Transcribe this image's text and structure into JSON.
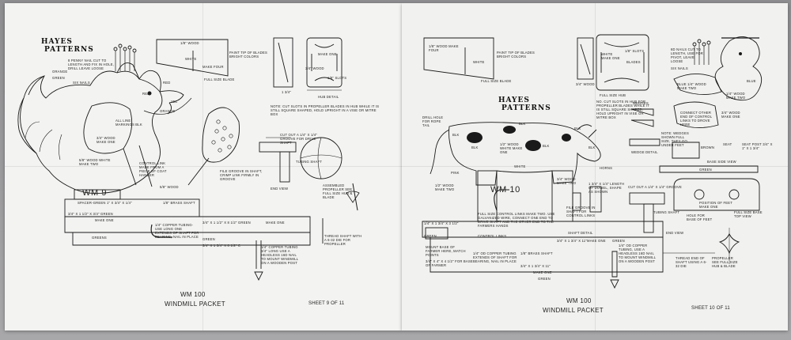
{
  "left_sheet": {
    "brand_top": "HAYES",
    "brand_bottom": "PATTERNS",
    "title_code": "WM 100",
    "title_name": "WINDMILL PACKET",
    "sheet_label": "SHEET 9 of 11",
    "model_label": "WM 9",
    "labels": {
      "nail_note": "8 PENNY NAIL CUT TO LENGTH AND FIX IN HOLE, DRILL LEAVE LOOSE",
      "six_nails": "SIX NAILS",
      "orange_top": "ORANGE",
      "green_top": "GREEN",
      "red_1": "RED",
      "orange_mid": "ORANGE",
      "yel": "YEL",
      "red_2": "RED",
      "all_line": "ALL LINE MARKINGS BLK",
      "wood_one": "3/4\" WOOD MAKE ONE",
      "wood_white": "5/8\" WOOD WHITE MAKE TWO",
      "control_link": "CONTROL LINK MADE FROM A PIECE OF COAT HANGER",
      "wood_red": "5/8\" WOOD",
      "brass_shaft": "1/8\" BRASS SHAFT",
      "spacer": "SPACER-GREEN 1\" X 3/4\" X 1/4\"",
      "base_dims": "3/4\" X 1 1/2\" X 3/4\" GREEN",
      "make_one_1": "MAKE ONE",
      "greens": "GREENS",
      "shaft_dims": "3/4\" X 1 1/2\" X 8 1/2\" GREEN",
      "make_one_2": "MAKE ONE",
      "green_base": "GREEN",
      "copper_tube": "1/4\" COPPER TUBING-USE LONG ONE EXTENDS OF SHAFT FOR BEARING, NAIL IN PLACE",
      "under_dims": "3/4\" X 1 3/4\" X 8 1/2\" C",
      "file_groove": "FILE GROOVE IN SHAFT, CRIMP LINK FIRMLY IN GROOVE",
      "copper_tubing": "1/4\" COPPER TUBING 3/4\" LONG USE A HEADLESS 16D NAIL TO MOUNT WINDMILL ON A WOODEN POST",
      "thread_shaft": "THREAD SHAFT WITH A 6-32 DIE FOR PROPELLER",
      "full_size_blade": "FULL SIZE BLADE",
      "blade_wood": "1/8\" WOOD",
      "blade_white": "WHITE",
      "blade_make": "MAKE FOUR",
      "blade_paint": "PAINT TIP OF BLADES BRIGHT COLORS",
      "hub_make": "MAKE ONE",
      "hub_wood": "3/4\" WOOD",
      "hub_slots": "1/8\" SLOTS",
      "hub_detail": "HUB DETAIL",
      "hub_dim": "1 3/4\"",
      "hub_note": "NOTE: CUT SLOTS IN PROPELLER BLADES IN HUB WHILE IT IS STILL SQUARE SHAPED, HOLD UPRIGHT IN A VISE OR MITRE BOX",
      "cut_out": "CUT OUT A 1/4\" X 1/4\" GROOVE FOR DRIVE SHAFT",
      "tubing_shaft": "TUBING SHAFT",
      "end_view": "END VIEW",
      "assembled": "ASSEMBLED PROPELLER SEE FULL SIZE HUB & BLADE"
    }
  },
  "right_sheet": {
    "brand_top": "HAYES",
    "brand_bottom": "PATTERNS",
    "title_code": "WM 100",
    "title_name": "WINDMILL PACKET",
    "sheet_label": "SHEET 10 of 11",
    "model_label": "WM 10",
    "labels": {
      "blade_wood": "1/8\" WOOD MAKE FOUR",
      "blade_white": "WHITE",
      "blade_paint": "PAINT TIP OF BLADES BRIGHT COLORS",
      "full_size_blade": "FULL SIZE BLADE",
      "hub_white": "WHITE MAKE ONE",
      "hub_slots": "1/8\" SLOTS",
      "hub_wood": "3/4\" WOOD",
      "hub_blades": "BLADES",
      "full_size_hub": "FULL SIZE HUB",
      "hub_note": "NO. CUT SLOTS IN HUB FOR PROPELLER BLADES WHILE IT IS STILL SQUARE SHAPED, HOLD UPRIGHT IN VISE OR MITRE BOX",
      "drill_hole": "DRILL HOLE FOR ROPE TAIL",
      "blk_1": "BLK",
      "blk_2": "BLK",
      "blk_3": "BLK",
      "blk_4": "BLK",
      "blk_5": "BLK",
      "blk_6": "BLK",
      "cow_wood": "1/2\" WOOD WHITE MAKE ONE",
      "white_label": "WHITE",
      "pink": "PINK",
      "horns": "HORNS",
      "wood_1": "1/2\" WOOD MAKE TWO",
      "wood_2": "3/4\" WOOD MAKE TWO",
      "dowel": "1 3/4\" X 1/4\" LENGTH OF DOWEL, SHAPE AS SHOWN",
      "control_rod": "FULL SIZE CONTROL LINKS MAKE TWO. USE GALVANIZED WIRE, CONNECT ONE END TO DRIVE SHAFT AND THE OTHER END TO THE FARMERS HANDS",
      "control_links": "CONTROL LINKS",
      "base_dims": "1/4\" X 1 3/4\" X 3 1/2\"",
      "green_1": "GREEN",
      "drive_shaft": "3/4\" X 1 3/4\" X 11\"",
      "make_one": "MAKE ONE",
      "green_2": "GREEN",
      "mount_base": "MOUNT BASE OF FARMER HERE, MATCH POINTS",
      "base_two": "3/4\" X 4\" X 4 1/2\" FOR BASE OF FARMER",
      "copper_tubing": "1/4\" OD COPPER TUBING EXTENDS OF SHAFT FOR BEARING, NAIL IN PLACE",
      "brass_shaft": "1/8\" BRASS SHAFT",
      "file_groove": "FILE GROOVE IN SHAFT FOR CONTROL LINKS",
      "shaft_detail": "SHAFT DETAIL",
      "under_dims": "3/4\" X 1 3/4\" X 11\"",
      "make_one_2": "MAKE ONE",
      "green_3": "GREEN",
      "cut_out": "CUT OUT A 1/4\" X 1/4\" GROOVE",
      "tubing_shaft": "TUBING SHAFT",
      "end_view": "END VIEW",
      "copper_mount": "1/4\" OD COPPER TUBING, USE A HEADLESS 16D NAIL TO MOUNT WINDMILL ON A WOODEN POST",
      "thread_end": "THREAD END OF SHAFT USING A 6-32 DIE",
      "propeller": "PROPELLER SEE FULL SIZE HUB & BLADE",
      "nails_note": "6D NAILS CUT TO LENGTH, USE FOR PIVOT, LEAVE LOOSE",
      "six_nails": "SIX NAILS",
      "blue_wood": "BLUE 1/4\" WOOD MAKE TWO",
      "wood_three": "1/4\" WOOD MAKE TWO",
      "blue_2": "BLUE",
      "connect": "CONNECT OTHER END OF CONTROL LINKS TO DROVE HERE",
      "wood_four": "3/4\" WOOD MAKE ONE",
      "notes_wedge": "NOTE: WEDGES SHOWN FULL SIZE, THEY GO UNDER FEET",
      "wedges": "WEDGES",
      "wedge_detail": "WEDGE DETAIL",
      "brown": "BROWN",
      "seat": "SEAT",
      "seat_post": "SEAT POST 3/4\" X 1\" X 1 3/4\"",
      "base_side": "BASE SIDE VIEW",
      "green_r": "GREEN",
      "position_feet": "POSITION OF FEET MAKE ONE",
      "full_size_base": "FULL SIZE BASE TOP VIEW",
      "hole_base": "HOLE FOR BASE OF FEET"
    }
  }
}
